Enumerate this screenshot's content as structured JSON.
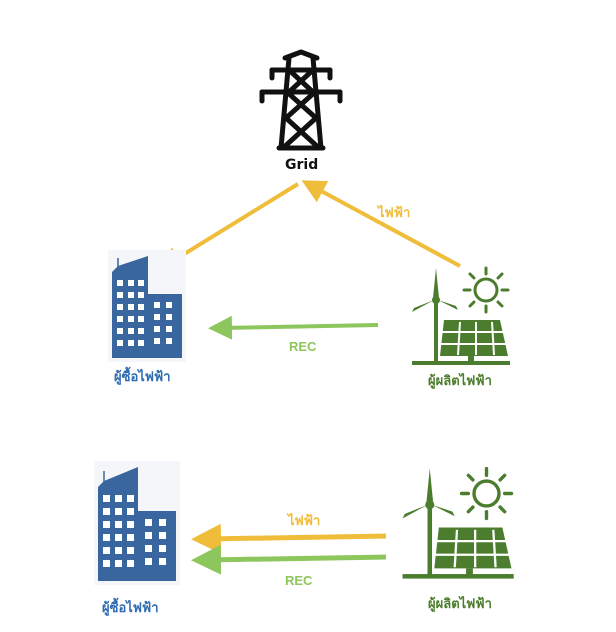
{
  "grid": {
    "label": "Grid"
  },
  "top_scenario": {
    "electricity_label": "ไฟฟ้า",
    "rec_label": "REC",
    "buyer_label": "ผู้ซื้อไฟฟ้า",
    "producer_label": "ผู้ผลิตไฟฟ้า"
  },
  "bottom_scenario": {
    "electricity_label": "ไฟฟ้า",
    "rec_label": "REC",
    "buyer_label": "ผู้ซื้อไฟฟ้า",
    "producer_label": "ผู้ผลิตไฟฟ้า"
  },
  "colors": {
    "electricity": "#f0bd3a",
    "rec": "#8dc65c",
    "building": "#3a66a0",
    "producer": "#4c7d2e",
    "tower": "#111111"
  },
  "icons": [
    "transmission-tower-icon",
    "building-icon",
    "wind-solar-icon"
  ]
}
